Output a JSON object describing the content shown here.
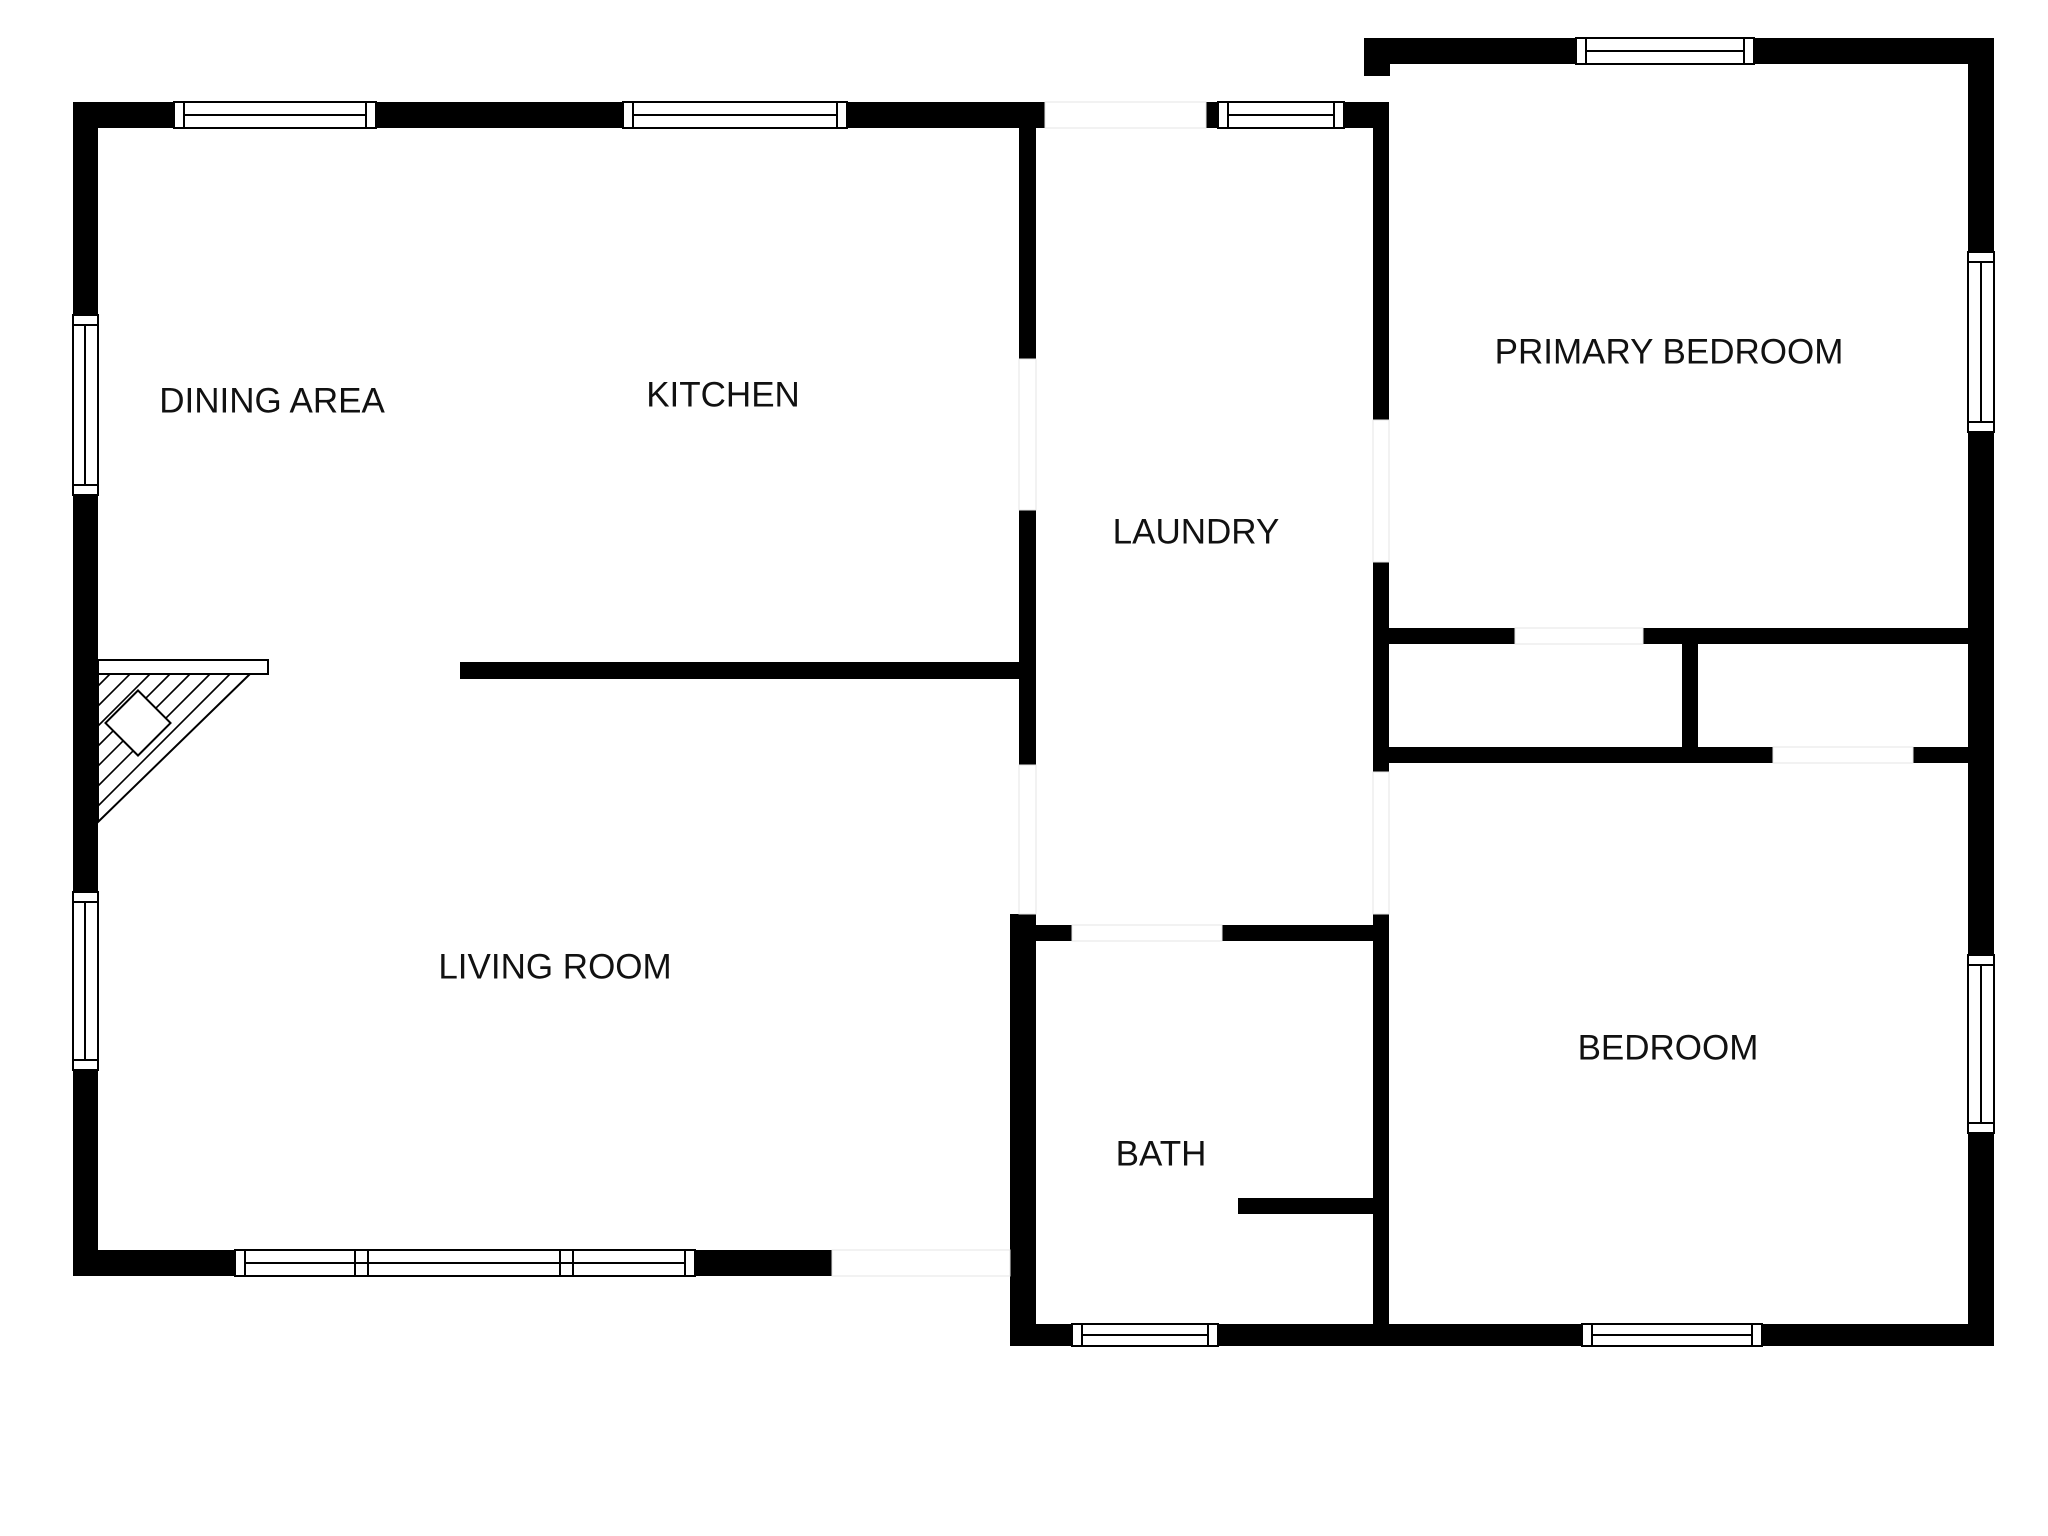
{
  "plan": {
    "rooms": {
      "dining_area": "DINING AREA",
      "kitchen": "KITCHEN",
      "laundry": "LAUNDRY",
      "primary_bedroom": "PRIMARY BEDROOM",
      "living_room": "LIVING ROOM",
      "bath": "BATH",
      "bedroom": "BEDROOM"
    },
    "colors": {
      "wall": "#000000",
      "background": "#ffffff",
      "door_opening": "#e6e6e6"
    }
  }
}
